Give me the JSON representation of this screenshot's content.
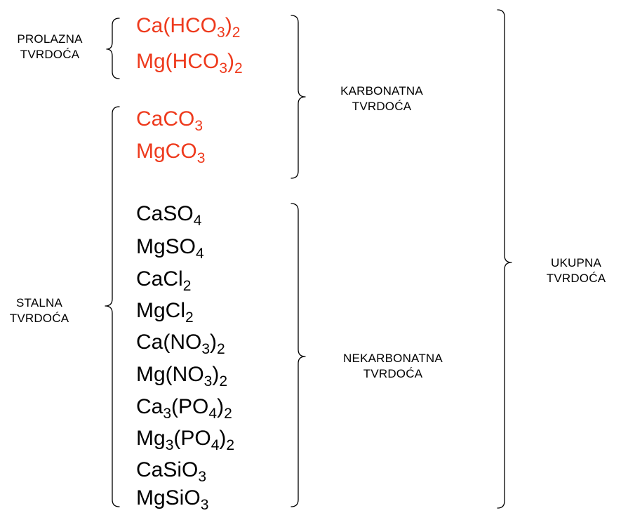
{
  "labels": {
    "prolazna": {
      "line1": "PROLAZNA",
      "line2": "TVRDOĆA"
    },
    "stalna": {
      "line1": "STALNA",
      "line2": "TVRDOĆA"
    },
    "karbonatna": {
      "line1": "KARBONATNA",
      "line2": "TVRDOĆA"
    },
    "nekarbonatna": {
      "line1": "NEKARBONATNA",
      "line2": "TVRDOĆA"
    },
    "ukupna": {
      "line1": "UKUPNA",
      "line2": "TVRDOĆA"
    }
  },
  "colors": {
    "carbonate": "#ee3a1d",
    "noncarbonate": "#000000"
  },
  "formulas": {
    "bicarbonates": [
      [
        {
          "t": "Ca(HCO"
        },
        {
          "s": "3"
        },
        {
          "t": ")"
        },
        {
          "s": "2"
        }
      ],
      [
        {
          "t": "Mg(HCO"
        },
        {
          "s": "3"
        },
        {
          "t": ")"
        },
        {
          "s": "2"
        }
      ]
    ],
    "carbonates": [
      [
        {
          "t": "CaCO"
        },
        {
          "s": "3"
        }
      ],
      [
        {
          "t": "MgCO"
        },
        {
          "s": "3"
        }
      ]
    ],
    "noncarbonates": [
      [
        {
          "t": "CaSO"
        },
        {
          "s": "4"
        }
      ],
      [
        {
          "t": "MgSO"
        },
        {
          "s": "4"
        }
      ],
      [
        {
          "t": "CaCl"
        },
        {
          "s": "2"
        }
      ],
      [
        {
          "t": "MgCl"
        },
        {
          "s": "2"
        }
      ],
      [
        {
          "t": "Ca(NO"
        },
        {
          "s": "3"
        },
        {
          "t": ")"
        },
        {
          "s": "2"
        }
      ],
      [
        {
          "t": "Mg(NO"
        },
        {
          "s": "3"
        },
        {
          "t": ")"
        },
        {
          "s": "2"
        }
      ],
      [
        {
          "t": "Ca"
        },
        {
          "s": "3"
        },
        {
          "t": "(PO"
        },
        {
          "s": "4"
        },
        {
          "t": ")"
        },
        {
          "s": "2"
        }
      ],
      [
        {
          "t": "Mg"
        },
        {
          "s": "3"
        },
        {
          "t": "(PO"
        },
        {
          "s": "4"
        },
        {
          "t": ")"
        },
        {
          "s": "2"
        }
      ],
      [
        {
          "t": "CaSiO"
        },
        {
          "s": "3"
        }
      ],
      [
        {
          "t": "MgSiO"
        },
        {
          "s": "3"
        }
      ]
    ]
  }
}
